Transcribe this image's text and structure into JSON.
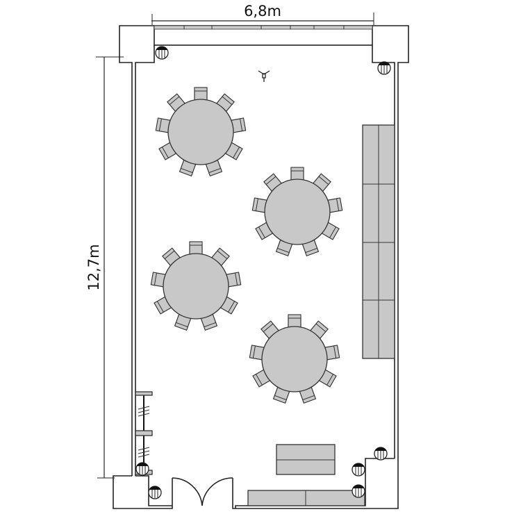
{
  "dimensions": {
    "width_label": "6,8m",
    "length_label": "12,7m"
  },
  "colors": {
    "furniture": "#c8c8c8",
    "line": "#222222"
  },
  "tables": [
    {
      "name": "round-table-1",
      "chairs": 9
    },
    {
      "name": "round-table-2",
      "chairs": 9
    },
    {
      "name": "round-table-3",
      "chairs": 9
    },
    {
      "name": "round-table-4",
      "chairs": 9
    }
  ]
}
